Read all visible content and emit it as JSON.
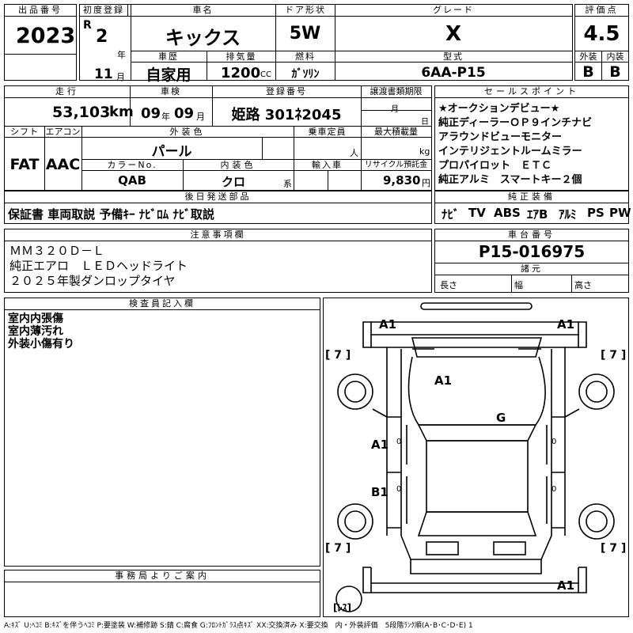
{
  "header": {
    "lot_no_label": "出品番号",
    "lot_no": "2023",
    "first_reg_label": "初度登録",
    "era": "R",
    "reg_year": "2",
    "year_unit": "年",
    "reg_month": "11",
    "month_unit": "月",
    "car_name_label": "車名",
    "car_name": "キックス",
    "door_label": "ドア形状",
    "door": "5W",
    "grade_label": "グレード",
    "grade": "X",
    "score_label": "評価点",
    "score": "4.5",
    "ext_label": "外装",
    "int_label": "内装",
    "ext_grade": "B",
    "int_grade": "B",
    "history_label": "車歴",
    "history": "自家用",
    "displacement_label": "排気量",
    "displacement": "1200",
    "cc_unit": "CC",
    "fuel_label": "燃料",
    "fuel": "ｶﾞｿﾘﾝ",
    "model_label": "型式",
    "model": "6AA-P15"
  },
  "row2": {
    "mileage_label": "走行",
    "mileage": "53,103",
    "mileage_unit": "km",
    "inspection_label": "車検",
    "insp_year": "09",
    "insp_year_unit": "年",
    "insp_month": "09",
    "insp_month_unit": "月",
    "plate_label": "登録番号",
    "plate": "姫路 301ﾈ2045",
    "transfer_label": "譲渡書類期限",
    "transfer_month": "月",
    "transfer_day": "日",
    "sales_label": "セールスポイント",
    "sales_points": [
      "★オークションデビュー★",
      "純正ディーラーＯＰ９インチナビ",
      "アラウンドビューモニター",
      "インテリジェントルームミラー",
      "プロパイロット　ＥＴＣ",
      "純正アルミ　スマートキー２個"
    ]
  },
  "row3": {
    "shift_label": "シフト",
    "shift": "FAT",
    "ac_label": "エアコン",
    "ac": "AAC",
    "color_label": "外装色",
    "color": "パール",
    "capacity_label": "乗車定員",
    "capacity_unit": "人",
    "load_label": "最大積載量",
    "load_unit": "kg",
    "color_no_label": "カラーNo.",
    "color_no": "QAB",
    "interior_label": "内装色",
    "interior": "クロ",
    "interior_unit": "系",
    "import_label": "輸入車",
    "recycle_label": "リサイクル預託金",
    "recycle": "9,830",
    "recycle_unit": "円"
  },
  "later_parts": {
    "label": "後日発送部品",
    "value": "保証書 車両取説 予備ｷｰ ﾅﾋﾞﾛﾑ ﾅﾋﾞ取説"
  },
  "equipment": {
    "label": "純正装備",
    "items": [
      "ﾅﾋﾞ",
      "TV",
      "ABS",
      "ｴｱB",
      "ｱﾙﾐ",
      "PS",
      "PW"
    ]
  },
  "notes": {
    "label": "注意事項欄",
    "lines": [
      "ＭＭ３２０Ｄ－Ｌ",
      "純正エアロ　ＬＥＤヘッドライト",
      "２０２５年製ダンロップタイヤ"
    ]
  },
  "chassis": {
    "label": "車台番号",
    "value": "P15-016975",
    "specs_label": "諸元",
    "length_label": "長さ",
    "width_label": "幅",
    "height_label": "高さ"
  },
  "inspector": {
    "label": "検査員記入欄",
    "lines": [
      "室内内張傷",
      "室内薄汚れ",
      "外装小傷有り"
    ]
  },
  "office": {
    "label": "事務局よりご案内"
  },
  "diagram": {
    "marks": {
      "front_left": "A1",
      "front_right": "A1",
      "hood": "A1",
      "roof": "G",
      "left_front_door": "A1",
      "left_rear_door": "B1",
      "rear_bumper": "A1",
      "small_mark": "0",
      "tire_fl": "[ 7 ]",
      "tire_fr": "[ 7 ]",
      "tire_rl": "[ 7 ]",
      "tire_rr": "[ 7 ]",
      "spare": "[ﾚｽ]"
    }
  },
  "legend": "A:ｷｽﾞ U:ﾍｺﾐ B:ｷｽﾞを伴うﾍｺﾐ P:要塗装 W:補修跡 S:錆 C:腐食 G:ﾌﾛﾝﾄｶﾞﾗｽ点ｷｽﾞ XX:交換済み X:要交換　内・外装評価　5段階ﾗﾝｸ順(A･B･C･D･E) 1"
}
